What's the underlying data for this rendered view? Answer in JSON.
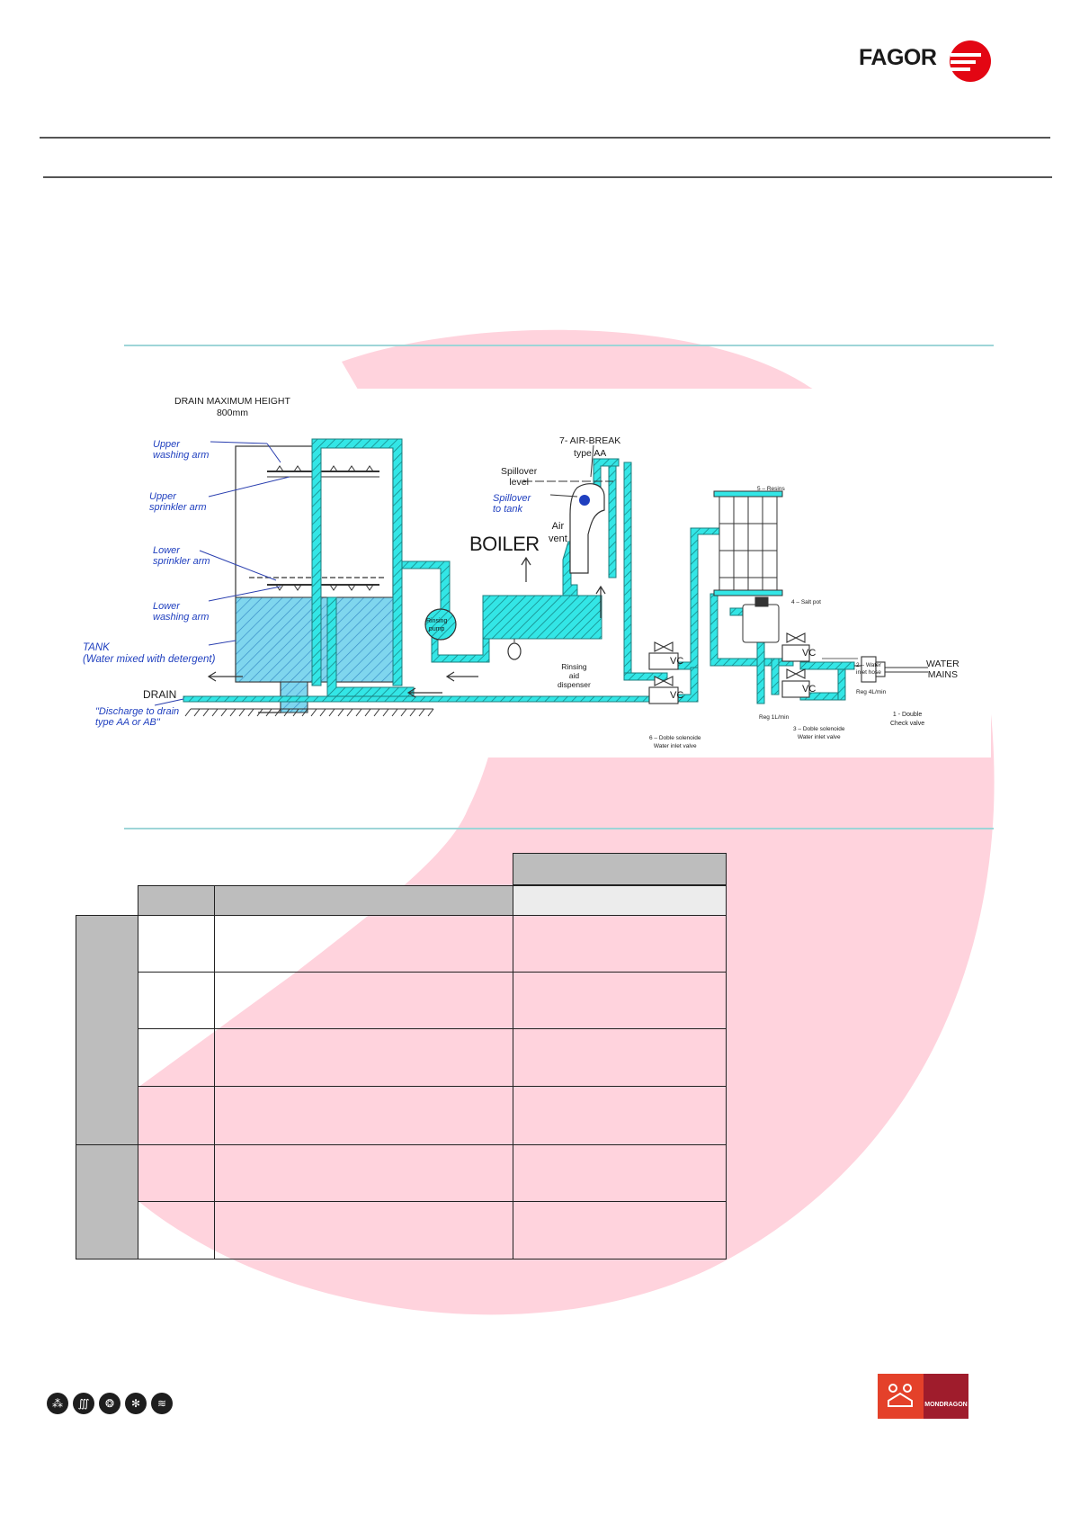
{
  "brand": {
    "name": "FAGOR",
    "accent": "#e30613"
  },
  "diagram": {
    "labels": {
      "drain_max_height": "DRAIN MAXIMUM HEIGHT",
      "drain_max_height_value": "800mm",
      "upper_washing_arm_1": "Upper",
      "upper_washing_arm_2": "washing arm",
      "upper_sprinkler_arm_1": "Upper",
      "upper_sprinkler_arm_2": "sprinkler arm",
      "lower_sprinkler_arm_1": "Lower",
      "lower_sprinkler_arm_2": "sprinkler arm",
      "lower_washing_arm_1": "Lower",
      "lower_washing_arm_2": "washing arm",
      "tank_1": "TANK",
      "tank_2": "(Water mixed with detergent)",
      "drain": "DRAIN",
      "discharge_1": "\"Discharge to drain",
      "discharge_2": "type AA or AB\"",
      "air_break_1": "7- AIR-BREAK",
      "air_break_2": "type AA",
      "spillover_level_1": "Spillover",
      "spillover_level_2": "level",
      "spillover_tank_1": "Spillover",
      "spillover_tank_2": "to tank",
      "air_vent_1": "Air",
      "air_vent_2": "vent",
      "boiler": "BOILER",
      "rinsing_pump_1": "Rinsing",
      "rinsing_pump_2": "pump",
      "rinsing_aid_1": "Rinsing",
      "rinsing_aid_2": "aid",
      "rinsing_aid_3": "dispenser",
      "vc": "VC",
      "solenoid6_1": "6 – Doble solenoide",
      "solenoid6_2": "Water inlet valve",
      "resins": "5 – Resins",
      "salt_pot": "4 – Salt pot",
      "water_hose_1": "2 – Water",
      "water_hose_2": "inlet hose",
      "reg_4": "Reg 4L/min",
      "reg_1": "Reg 1L/min",
      "solenoid3_1": "3 – Doble solenoide",
      "solenoid3_2": "Water inlet valve",
      "water_mains_1": "WATER",
      "water_mains_2": "MAINS",
      "check_valve_1": "1 - Double",
      "check_valve_2": "Check valve"
    },
    "colors": {
      "water": "#33e6e6",
      "line": "#1a1a1a",
      "blue_label": "#1f3fbf"
    }
  },
  "footer": {
    "icons": [
      "cooking-icon",
      "heating-icon",
      "washing-icon",
      "refrigeration-icon",
      "laundry-icon"
    ],
    "corporate": "MONDRAGON"
  }
}
